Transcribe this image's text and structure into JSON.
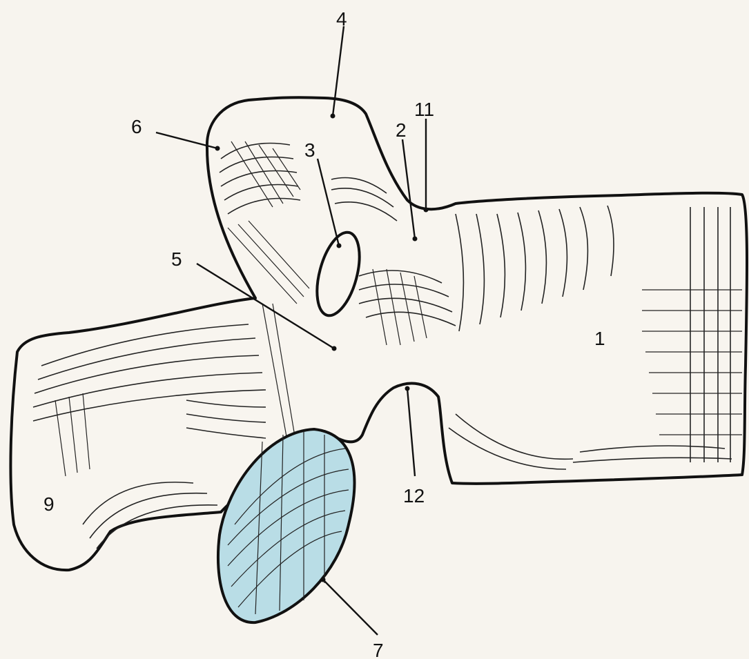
{
  "diagram": {
    "labels": {
      "l1": "1",
      "l2": "2",
      "l3": "3",
      "l4": "4",
      "l5": "5",
      "l6": "6",
      "l7": "7",
      "l9": "9",
      "l11": "11",
      "l12": "12"
    },
    "colors": {
      "background": "#f7f4ee",
      "bone": "#f8f5ef",
      "outline": "#111111",
      "facet_fill": "#b9dde6"
    }
  }
}
